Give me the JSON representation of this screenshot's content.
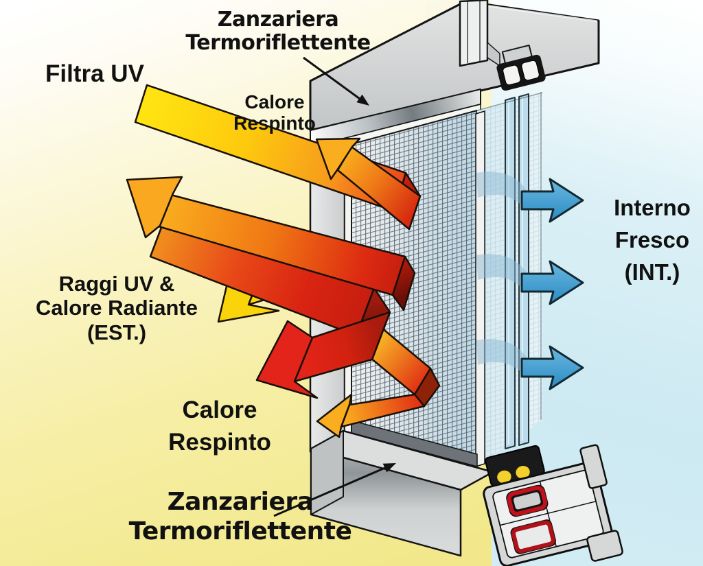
{
  "labels": {
    "screen_top": {
      "l1": "Zanzariera",
      "l2": "Termoriflettente"
    },
    "uv_filter": {
      "l1": "Filtra UV"
    },
    "heat_rejected_top": {
      "l1": "Calore",
      "l2": "Respinto"
    },
    "exterior_rays": {
      "l1": "Raggi UV &",
      "l2": "Calore Radiante",
      "l3": "(EST.)"
    },
    "interior_cool": {
      "l1": "Interno",
      "l2": "Fresco",
      "l3": "(INT.)"
    },
    "heat_rejected_bottom": {
      "l1": "Calore",
      "l2": "Respinto"
    },
    "screen_bottom": {
      "l1": "Zanzariera",
      "l2": "Termoriflettente"
    }
  },
  "icons": [
    "incoming-uv-ray-arrow",
    "heat-rejected-top-arrow",
    "reflected-uv-arrow",
    "incoming-radiant-heat-arrow",
    "reflected-heat-arrow",
    "heat-rejected-bottom-arrow",
    "cool-air-arrow",
    "label-pointer-arrow"
  ],
  "colors": {
    "background_exterior": "#f2e88b",
    "background_interior": "#d4edf4",
    "uv_yellow": "#ffe411",
    "heat_orange": "#f6921e",
    "heat_red": "#e02414",
    "heat_dark_fold": "#7c1309",
    "cool_blue": "#4aa0d2",
    "frame_gray": "#c9cbcc",
    "silver_band": "#b9bfc2",
    "mesh_line": "#454d54",
    "glass_blue": "#badbeb",
    "gasket_red": "#c1121c",
    "seal_yellow": "#f3d02c",
    "text_black": "#111111"
  }
}
